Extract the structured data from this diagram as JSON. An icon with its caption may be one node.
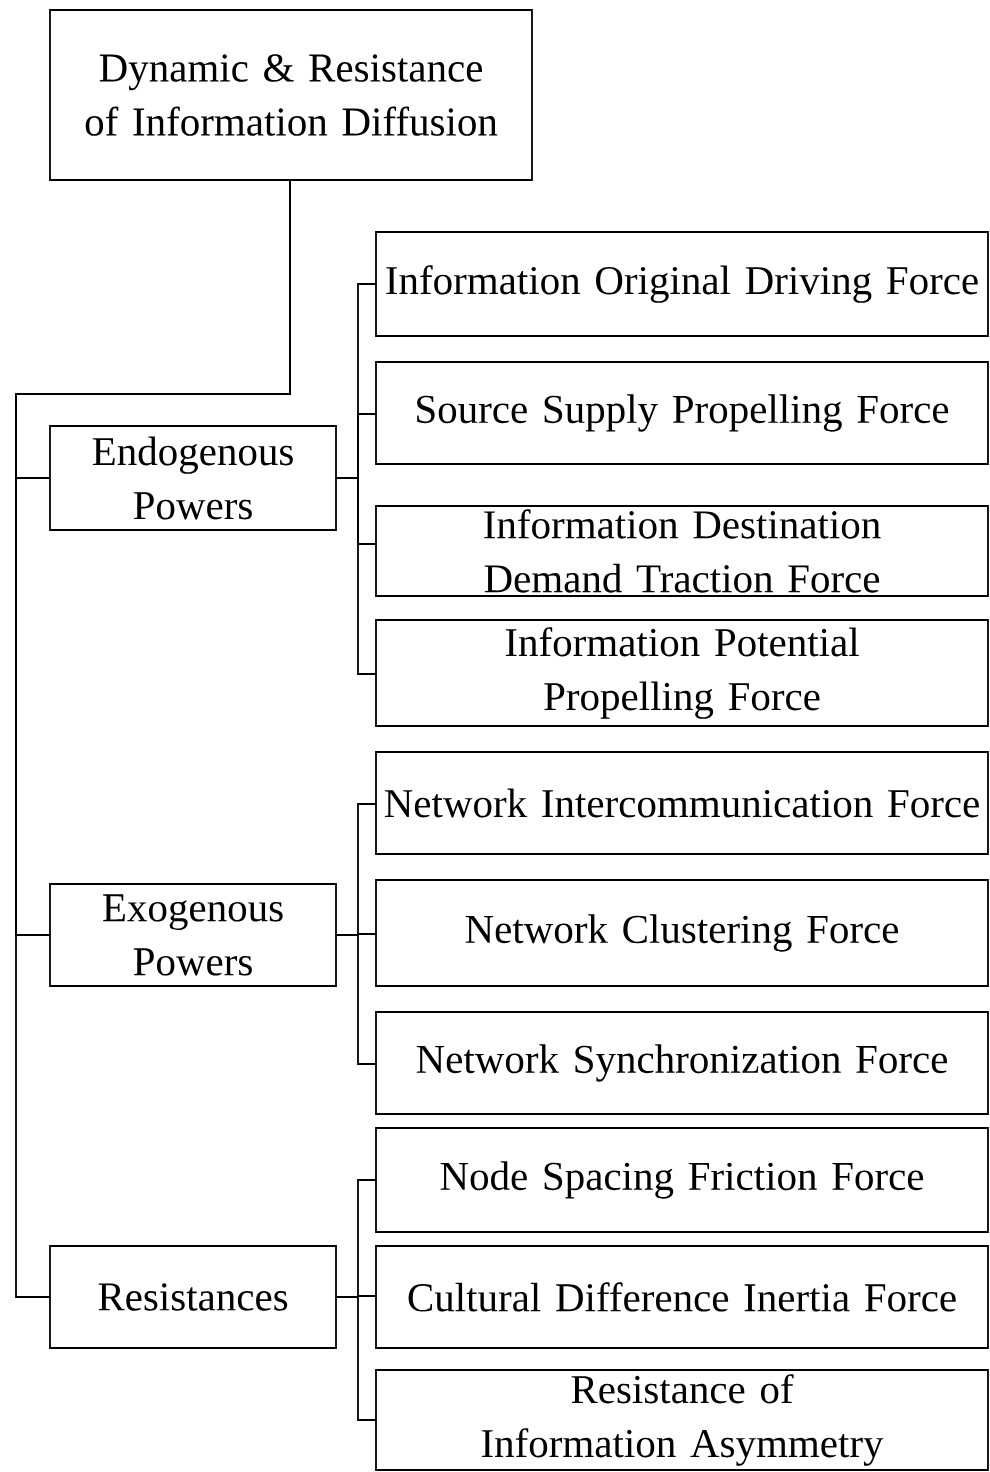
{
  "diagram": {
    "nodes": [
      {
        "text": [
          "Dynamic & Resistance of Information Diffusion"
        ]
      },
      {
        "text": [
          "Endogenous Powers"
        ]
      },
      {
        "text": [
          "Exogenous Powers"
        ]
      },
      {
        "text": [
          "Resistances"
        ]
      },
      {
        "text": [
          "Information Original Driving Force"
        ]
      },
      {
        "text": [
          "Source Supply Propelling Force"
        ]
      },
      {
        "text": [
          "Information Destination Demand Traction Force"
        ]
      },
      {
        "text": [
          "Information Potential Propelling Force"
        ]
      },
      {
        "text": [
          "Network Intercommunication Force"
        ]
      },
      {
        "text": [
          "Network Clustering Force"
        ]
      },
      {
        "text": [
          "Network Synchronization Force"
        ]
      },
      {
        "text": [
          "Node Spacing Friction Force"
        ]
      },
      {
        "text": [
          "Cultural Difference Inertia Force"
        ]
      },
      {
        "text": [
          "Resistance of Information Asymmetry"
        ]
      }
    ],
    "edges": [
      {
        "from": 0,
        "to": 1,
        "arrow": "none"
      },
      {
        "from": 0,
        "to": 2,
        "arrow": "none"
      },
      {
        "from": 0,
        "to": 3,
        "arrow": "none"
      },
      {
        "from": 1,
        "to": 4,
        "arrow": "none"
      },
      {
        "from": 1,
        "to": 5,
        "arrow": "none"
      },
      {
        "from": 1,
        "to": 6,
        "arrow": "none"
      },
      {
        "from": 1,
        "to": 7,
        "arrow": "none"
      },
      {
        "from": 2,
        "to": 8,
        "arrow": "none"
      },
      {
        "from": 2,
        "to": 9,
        "arrow": "none"
      },
      {
        "from": 2,
        "to": 10,
        "arrow": "none"
      },
      {
        "from": 3,
        "to": 11,
        "arrow": "none"
      },
      {
        "from": 3,
        "to": 12,
        "arrow": "none"
      },
      {
        "from": 3,
        "to": 13,
        "arrow": "none"
      }
    ]
  }
}
